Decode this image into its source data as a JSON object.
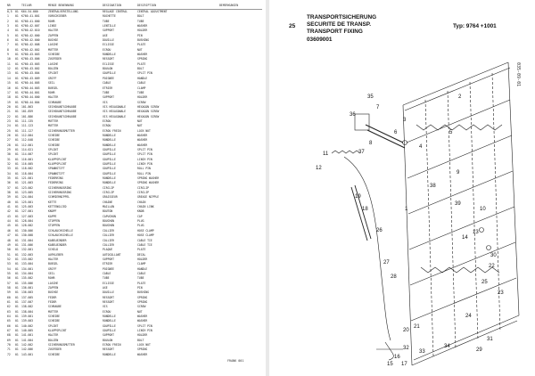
{
  "parts_list": {
    "header": [
      "NR",
      "TEILNR",
      "MENGE BENENNUNG",
      "DESIGNATION",
      "DESCRIPTION",
      "BEMERKUNGEN"
    ],
    "rows": [
      [
        "0,5",
        "01",
        "K64.54.000",
        "ZENTRALVERSTELLUNG",
        "REGLAGE CENTRAL",
        "CENTRAL ADJUSTMENT"
      ],
      [
        "1",
        "01",
        "K760.41.001",
        "VORSCHIEBER",
        "ROCHETTE",
        "BOLT"
      ],
      [
        "2",
        "01",
        "K760.41.000",
        "ROHR",
        "TUBE",
        "TUBE"
      ],
      [
        "3",
        "01",
        "K760.42.007",
        "LINSE",
        "LENTILLE",
        "WASHER"
      ],
      [
        "4",
        "01",
        "K760.42.010",
        "HALTER",
        "SUPPORT",
        "HOLDER"
      ],
      [
        "5",
        "01",
        "K760.42.000",
        "ZAPFEN",
        "AXE",
        "PIN"
      ],
      [
        "6",
        "01",
        "K760.42.000",
        "BUCHSE",
        "DOUILLE",
        "BUSHING"
      ],
      [
        "7",
        "01",
        "K760.42.008",
        "LASCHE",
        "ECLISSE",
        "PLATE"
      ],
      [
        "8",
        "01",
        "K760.42.002",
        "MUTTER",
        "ECROU",
        "NUT"
      ],
      [
        "9",
        "01",
        "K760.43.003",
        "SCHEIBE",
        "RONDELLE",
        "WASHER"
      ],
      [
        "10",
        "01",
        "K760.43.006",
        "ZUGFEDER",
        "RESSORT",
        "SPRING"
      ],
      [
        "11",
        "01",
        "K760.43.003",
        "LASCHE",
        "ECLISSE",
        "PLATE"
      ],
      [
        "12",
        "01",
        "K760.43.002",
        "BOLZEN",
        "BOULON",
        "BOLT"
      ],
      [
        "13",
        "01",
        "K760.43.004",
        "SPLINT",
        "GOUPILLE",
        "SPLIT PIN"
      ],
      [
        "14",
        "01",
        "K760.43.009",
        "GRIFF",
        "POIGNEE",
        "HANDLE"
      ],
      [
        "15",
        "01",
        "K760.44.005",
        "SEIL",
        "CABLE",
        "CABLE"
      ],
      [
        "16",
        "01",
        "K760.44.003",
        "BUEGEL",
        "ETRIER",
        "CLAMP"
      ],
      [
        "17",
        "01",
        "K760.44.001",
        "ROHR",
        "TUBE",
        "TUBE"
      ],
      [
        "18",
        "01",
        "K760.44.000",
        "HALTER",
        "SUPPORT",
        "HOLDER"
      ],
      [
        "19",
        "01",
        "K760.44.004",
        "SCHRAUBE",
        "VIS",
        "SCREW"
      ],
      [
        "20",
        "01",
        "101.863",
        "SECHSKANTSCHRAUBE",
        "VIS HEXAGONALE",
        "HEXAGON SCREW"
      ],
      [
        "21",
        "01",
        "101.859",
        "SECHSKANTSCHRAUBE",
        "VIS HEXAGONALE",
        "HEXAGON SCREW"
      ],
      [
        "22",
        "01",
        "101.886",
        "SECHSKANTSCHRAUBE",
        "VIS HEXAGONALE",
        "HEXAGON SCREW"
      ],
      [
        "23",
        "01",
        "111.135",
        "MUTTER",
        "ECROU",
        "NUT"
      ],
      [
        "24",
        "01",
        "111.123",
        "MUTTER",
        "ECROU",
        "NUT"
      ],
      [
        "25",
        "01",
        "111.127",
        "SICHERUNGSMUTTER",
        "ECROU FREIN",
        "LOCK NUT"
      ],
      [
        "26",
        "01",
        "112.004",
        "SCHEIBE",
        "RONDELLE",
        "WASHER"
      ],
      [
        "27",
        "01",
        "112.048",
        "SCHEIBE",
        "RONDELLE",
        "WASHER"
      ],
      [
        "28",
        "01",
        "112.001",
        "SCHEIBE",
        "RONDELLE",
        "WASHER"
      ],
      [
        "29",
        "01",
        "114.021",
        "SPLINT",
        "GOUPILLE",
        "SPLIT PIN"
      ],
      [
        "30",
        "01",
        "114.007",
        "SPLINT",
        "GOUPILLE",
        "SPLIT PIN"
      ],
      [
        "31",
        "01",
        "116.001",
        "KLAPPSPLINT",
        "GOUPILLE",
        "LINCH PIN"
      ],
      [
        "32",
        "01",
        "116.005",
        "KLAPPSPLINT",
        "GOUPILLE",
        "LINCH PIN"
      ],
      [
        "33",
        "01",
        "118.002",
        "SPANNSTIFT",
        "GOUPILLE",
        "ROLL PIN"
      ],
      [
        "34",
        "01",
        "118.004",
        "SPANNSTIFT",
        "GOUPILLE",
        "ROLL PIN"
      ],
      [
        "35",
        "01",
        "121.001",
        "FEDERRING",
        "RONDELLE",
        "SPRING WASHER"
      ],
      [
        "36",
        "01",
        "121.003",
        "FEDERRING",
        "RONDELLE",
        "SPRING WASHER"
      ],
      [
        "37",
        "01",
        "123.002",
        "SICHERUNGSRING",
        "CIRCLIP",
        "CIRCLIP"
      ],
      [
        "38",
        "01",
        "123.005",
        "SICHERUNGSRING",
        "CIRCLIP",
        "CIRCLIP"
      ],
      [
        "39",
        "01",
        "124.004",
        "SCHMIERNIPPEL",
        "GRAISSEUR",
        "GREASE NIPPLE"
      ],
      [
        "40",
        "01",
        "125.001",
        "KETTE",
        "CHAINE",
        "CHAIN"
      ],
      [
        "41",
        "01",
        "125.003",
        "KETTENGLIED",
        "MAILLON",
        "CHAIN LINK"
      ],
      [
        "42",
        "01",
        "127.001",
        "KNOPF",
        "BOUTON",
        "KNOB"
      ],
      [
        "43",
        "01",
        "127.003",
        "KAPPE",
        "CAPUCHON",
        "CAP"
      ],
      [
        "44",
        "01",
        "128.004",
        "STOPFEN",
        "BOUCHON",
        "PLUG"
      ],
      [
        "45",
        "01",
        "128.002",
        "STOPFEN",
        "BOUCHON",
        "PLUG"
      ],
      [
        "46",
        "01",
        "130.006",
        "SCHLAUCHSCHELLE",
        "COLLIER",
        "HOSE CLAMP"
      ],
      [
        "47",
        "01",
        "130.008",
        "SCHLAUCHSCHELLE",
        "COLLIER",
        "HOSE CLAMP"
      ],
      [
        "48",
        "01",
        "131.004",
        "KABELBINDER",
        "COLLIER",
        "CABLE TIE"
      ],
      [
        "49",
        "01",
        "131.006",
        "KABELBINDER",
        "COLLIER",
        "CABLE TIE"
      ],
      [
        "50",
        "01",
        "132.001",
        "SCHILD",
        "PLAQUE",
        "PLATE"
      ],
      [
        "51",
        "01",
        "132.003",
        "AUFKLEBER",
        "AUTOCOLLANT",
        "DECAL"
      ],
      [
        "52",
        "01",
        "133.002",
        "HALTER",
        "SUPPORT",
        "HOLDER"
      ],
      [
        "53",
        "01",
        "133.004",
        "BUEGEL",
        "ETRIER",
        "CLAMP"
      ],
      [
        "54",
        "01",
        "134.001",
        "GRIFF",
        "POIGNEE",
        "HANDLE"
      ],
      [
        "55",
        "01",
        "134.004",
        "SEIL",
        "CABLE",
        "CABLE"
      ],
      [
        "56",
        "01",
        "135.002",
        "ROHR",
        "TUBE",
        "TUBE"
      ],
      [
        "57",
        "01",
        "135.006",
        "LASCHE",
        "ECLISSE",
        "PLATE"
      ],
      [
        "58",
        "01",
        "136.001",
        "ZAPFEN",
        "AXE",
        "PIN"
      ],
      [
        "59",
        "01",
        "136.003",
        "BUCHSE",
        "DOUILLE",
        "BUSHING"
      ],
      [
        "60",
        "01",
        "137.005",
        "FEDER",
        "RESSORT",
        "SPRING"
      ],
      [
        "61",
        "01",
        "137.007",
        "FEDER",
        "RESSORT",
        "SPRING"
      ],
      [
        "62",
        "01",
        "138.002",
        "SCHRAUBE",
        "VIS",
        "SCREW"
      ],
      [
        "63",
        "01",
        "138.004",
        "MUTTER",
        "ECROU",
        "NUT"
      ],
      [
        "64",
        "01",
        "139.001",
        "SCHEIBE",
        "RONDELLE",
        "WASHER"
      ],
      [
        "65",
        "01",
        "139.003",
        "SCHEIBE",
        "RONDELLE",
        "WASHER"
      ],
      [
        "66",
        "01",
        "140.002",
        "SPLINT",
        "GOUPILLE",
        "SPLIT PIN"
      ],
      [
        "67",
        "01",
        "140.005",
        "KLAPPSPLINT",
        "GOUPILLE",
        "LINCH PIN"
      ],
      [
        "68",
        "01",
        "141.001",
        "HALTER",
        "SUPPORT",
        "HOLDER"
      ],
      [
        "69",
        "01",
        "141.004",
        "BOLZEN",
        "BOULON",
        "BOLT"
      ],
      [
        "70",
        "01",
        "142.002",
        "SICHERUNGSMUTTER",
        "ECROU FREIN",
        "LOCK NUT"
      ],
      [
        "71",
        "01",
        "142.006",
        "ZUGFEDER",
        "RESSORT",
        "SPRING"
      ],
      [
        "72",
        "01",
        "143.001",
        "SCHEIBE",
        "RONDELLE",
        "WASHER"
      ]
    ],
    "footer": "FRANK 001"
  },
  "drawing": {
    "page_number": "25",
    "title_lines": [
      "TRANSPORTSICHERUNG",
      "SECURITE DE TRANSP.",
      "TRANSPORT FIXING",
      "03609001"
    ],
    "type_line": "Typ: 9764    +1001",
    "side_id": "035-09-01",
    "callouts": [
      "1",
      "2",
      "3",
      "4",
      "5",
      "6",
      "7",
      "8",
      "9",
      "10",
      "11",
      "12",
      "13",
      "14",
      "15",
      "16",
      "17",
      "18",
      "19",
      "20",
      "21",
      "22",
      "23",
      "24",
      "25",
      "26",
      "27",
      "28",
      "29",
      "30",
      "31",
      "32",
      "33",
      "34",
      "35",
      "36",
      "37",
      "38",
      "39"
    ]
  }
}
